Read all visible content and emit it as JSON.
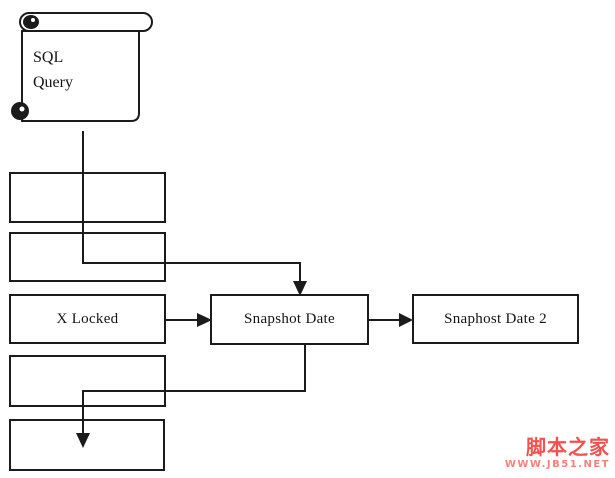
{
  "nodes": {
    "sql_query": {
      "shape": "scroll",
      "line1": "SQL",
      "line2": "Query"
    },
    "empty_box_1": {
      "label": ""
    },
    "empty_box_2": {
      "label": ""
    },
    "x_locked": {
      "label": "X Locked"
    },
    "empty_box_3": {
      "label": ""
    },
    "empty_box_4": {
      "label": ""
    },
    "snapshot_date": {
      "label": "Snapshot Date"
    },
    "snapshot_date_2": {
      "label": "Snaphost Date 2"
    }
  },
  "edges": [
    {
      "from": "sql_query",
      "to": "snapshot_date",
      "style": "elbow-down-right-down-arrow"
    },
    {
      "from": "x_locked",
      "to": "snapshot_date",
      "style": "straight-right-arrow"
    },
    {
      "from": "snapshot_date",
      "to": "snapshot_date_2",
      "style": "straight-right-arrow"
    },
    {
      "from": "snapshot_date",
      "to": "empty_box_4",
      "style": "elbow-down-left-down-arrow"
    }
  ],
  "colors": {
    "background": "#ffffff",
    "line": "#1b1b1b",
    "watermark_title": "#f4514e",
    "watermark_url": "#f8807a"
  },
  "watermark": {
    "title": "脚本之家",
    "url": "WWW.JB51.NET"
  }
}
